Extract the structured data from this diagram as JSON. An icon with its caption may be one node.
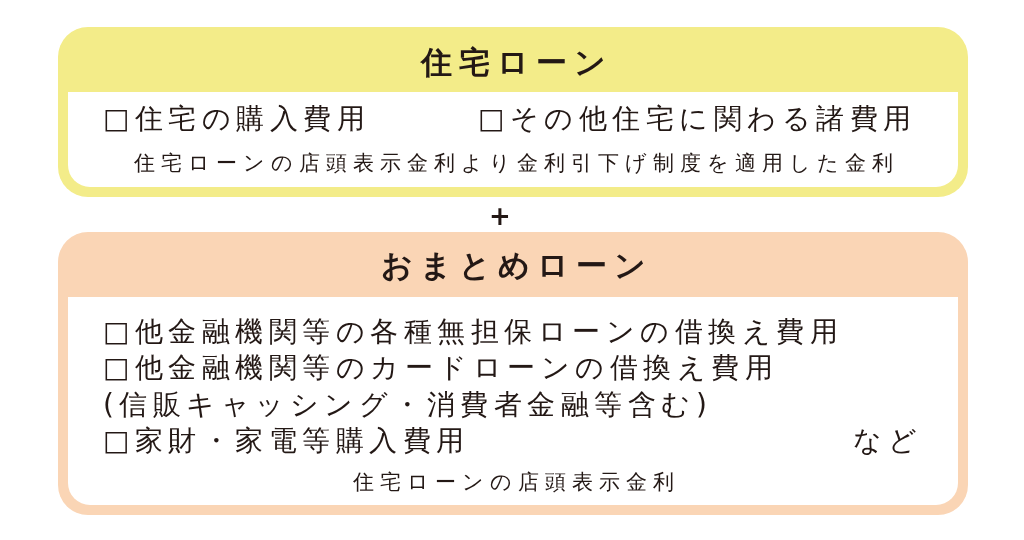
{
  "diagram": {
    "nodes": [
      {
        "text": [
          "住宅ローン",
          "□住宅の購入費用",
          "□その他住宅に関わる諸費用",
          "住宅ローンの店頭表示金利より金利引下げ制度を適用した金利"
        ]
      },
      {
        "text": [
          "おまとめローン",
          "□他金融機関等の各種無担保ローンの借換え費用",
          "□他金融機関等のカードローンの借換え費用",
          "(信販キャッシング・消費者金融等含む)",
          "□家財・家電等購入費用",
          "など",
          "住宅ローンの店頭表示金利"
        ]
      }
    ],
    "labels": [
      "+"
    ]
  }
}
